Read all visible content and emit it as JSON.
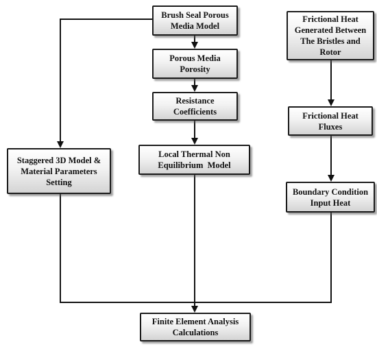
{
  "nodes": {
    "brush_seal": {
      "line1": "Brush Seal Porous",
      "line2": "Media Model"
    },
    "porosity": {
      "line1": "Porous Media",
      "line2": "Porosity"
    },
    "resistance": {
      "line1": "Resistance",
      "line2": "Coefficients"
    },
    "ltne": {
      "line1": "Local Thermal Non",
      "line2": "Equilibrium  Model"
    },
    "staggered": {
      "line1": "Staggered 3D Model &",
      "line2": "Material Parameters",
      "line3": "Setting"
    },
    "frictional_heat_generated": {
      "line1": "Frictional Heat",
      "line2": "Generated Between",
      "line3": "The Bristles and",
      "line4": "Rotor"
    },
    "frictional_heat_fluxes": {
      "line1": "Frictional Heat",
      "line2": "Fluxes"
    },
    "boundary_condition": {
      "line1": "Boundary Condition",
      "line2": "Input Heat"
    },
    "fea": {
      "line1": "Finite Element Analysis",
      "line2": "Calculations"
    }
  }
}
